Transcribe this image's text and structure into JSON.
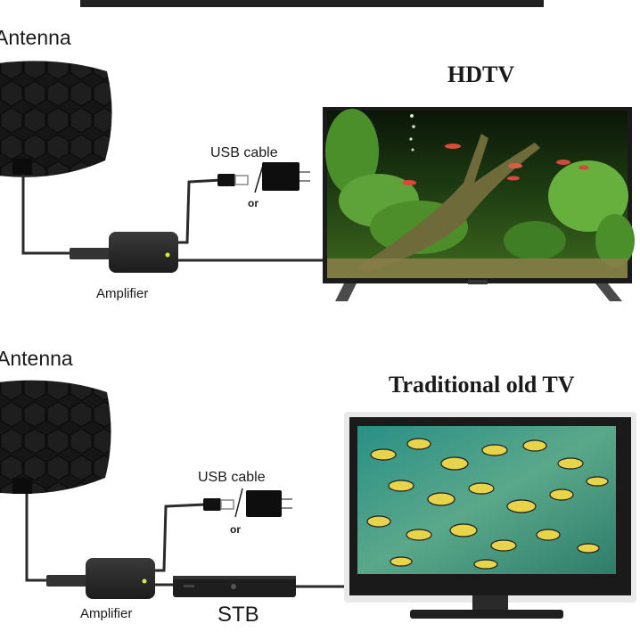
{
  "header": {
    "partial_title": ""
  },
  "panels": [
    {
      "antenna_label": "Antenna",
      "usb_label": "USB cable",
      "or_label": "or",
      "amplifier_label": "Amplifier",
      "tv_label": "HDTV"
    },
    {
      "antenna_label": "Antenna",
      "usb_label": "USB cable",
      "or_label": "or",
      "amplifier_label": "Amplifier",
      "stb_label": "STB",
      "tv_label": "Traditional old TV"
    }
  ],
  "colors": {
    "antenna": "#151515",
    "cable": "#2a2a2a",
    "amplifier": "#262626",
    "led": "#d8e84a",
    "adapter": "#0e0e0e",
    "tv_frame": "#1b1b1b",
    "crt_bezel": "#e9e9e9",
    "aquarium_green": "#4a8f2a",
    "sea_blue": "#2f8a78"
  },
  "icons": [
    "antenna-icon",
    "amplifier-icon",
    "usb-plug-icon",
    "power-adapter-icon",
    "hdtv-icon",
    "crt-tv-icon",
    "set-top-box-icon"
  ]
}
